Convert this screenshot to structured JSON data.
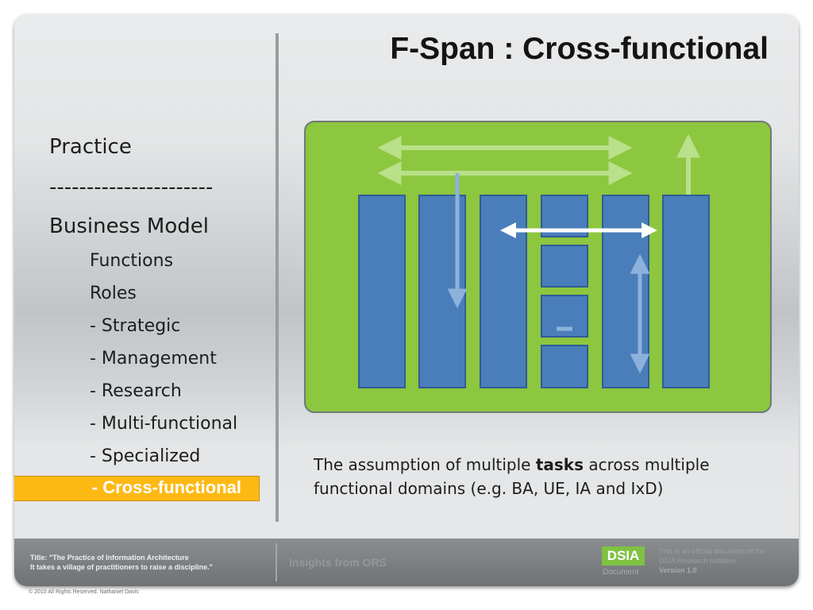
{
  "slide": {
    "title": "F-Span : Cross-functional"
  },
  "nav": {
    "practice": "Practice",
    "separator": "----------------------",
    "business_model": "Business Model",
    "functions": "Functions",
    "roles": "Roles",
    "strategic": "- Strategic",
    "management": "- Management",
    "research": "- Research",
    "multi_functional": "- Multi-functional",
    "specialized": "- Specialized",
    "cross_functional": "- Cross-functional"
  },
  "caption": {
    "before": "The assumption of multiple ",
    "bold": "tasks",
    "after": " across multiple functional domains (e.g. BA, UE, IA and IxD)"
  },
  "footer": {
    "title_line1": "Title: \"The Practice of Information Architecture",
    "title_line2": "It takes a village of practitioners to raise a discipline.\"",
    "insights": "Insights from ORS",
    "badge": "DSIA",
    "badge_sub": "Document",
    "official_line1": "This is an official document of the",
    "official_line2": "DSIA Research Initiative.",
    "version": "Version 1.0"
  },
  "copyright": "© 2010 All Rights Reserved. Nathaniel Davis",
  "colors": {
    "diagram_bg": "#8dc63f",
    "column_fill": "#4a7ebb",
    "highlight": "#fdb913"
  }
}
